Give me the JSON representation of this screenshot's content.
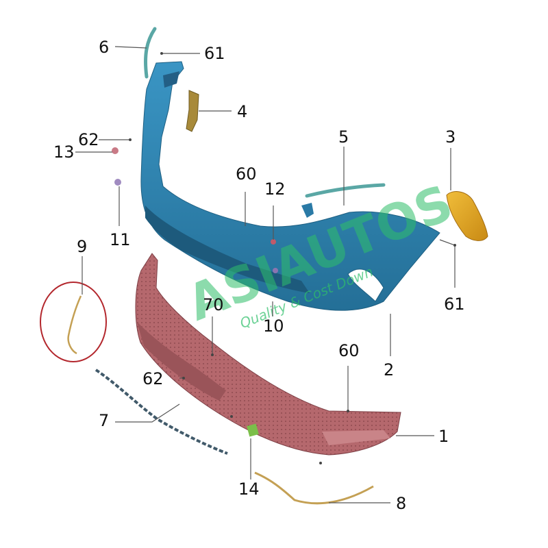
{
  "diagram": {
    "callouts": [
      {
        "id": "c1",
        "label": "1"
      },
      {
        "id": "c2",
        "label": "2"
      },
      {
        "id": "c3",
        "label": "3"
      },
      {
        "id": "c4",
        "label": "4"
      },
      {
        "id": "c5",
        "label": "5"
      },
      {
        "id": "c6",
        "label": "6"
      },
      {
        "id": "c7",
        "label": "7"
      },
      {
        "id": "c8",
        "label": "8"
      },
      {
        "id": "c9",
        "label": "9"
      },
      {
        "id": "c10",
        "label": "10"
      },
      {
        "id": "c11",
        "label": "11"
      },
      {
        "id": "c12",
        "label": "12"
      },
      {
        "id": "c13",
        "label": "13"
      },
      {
        "id": "c14",
        "label": "14"
      },
      {
        "id": "c60a",
        "label": "60"
      },
      {
        "id": "c60b",
        "label": "60"
      },
      {
        "id": "c61a",
        "label": "61"
      },
      {
        "id": "c61b",
        "label": "61"
      },
      {
        "id": "c62a",
        "label": "62"
      },
      {
        "id": "c62b",
        "label": "62"
      },
      {
        "id": "c70",
        "label": "70"
      }
    ],
    "watermark": {
      "brand": "ASIAUTOS",
      "tagline": "Quality & Cost Down"
    },
    "colors": {
      "upper_bumper": "#2f86b4",
      "lower_bumper": "#b06a6e",
      "bracket_yellow": "#e0a520",
      "trim_teal": "#5aa7a5",
      "harness": "#c4a054",
      "highlight_circle": "#b3272d"
    }
  }
}
